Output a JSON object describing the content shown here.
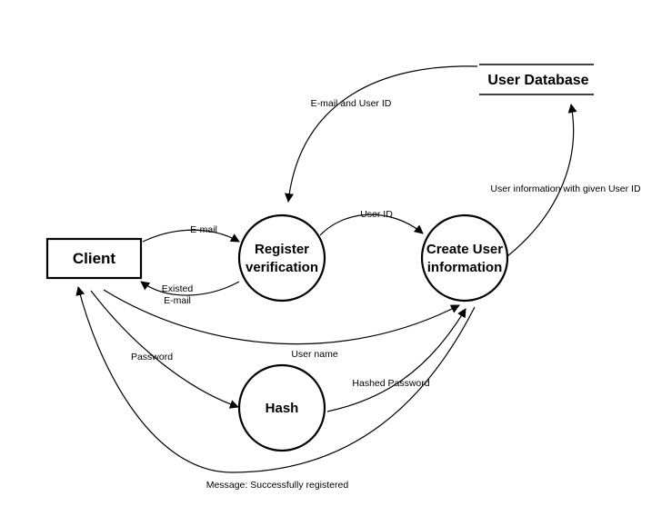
{
  "entities": {
    "client": "Client",
    "user_database": "User Database"
  },
  "processes": {
    "register_line1": "Register",
    "register_line2": "verification",
    "create_line1": "Create User",
    "create_line2": "information",
    "hash": "Hash"
  },
  "flows": {
    "email_and_user_id": "E-mail and User  ID",
    "email": "E-mail",
    "existed_line1": "Existed",
    "existed_line2": "E-mail",
    "user_id": "User ID",
    "user_info_with_id": "User information with given User ID",
    "user_name": "User name",
    "password": "Password",
    "hashed_password": "Hashed Password",
    "message": "Message: Successfully registered"
  }
}
